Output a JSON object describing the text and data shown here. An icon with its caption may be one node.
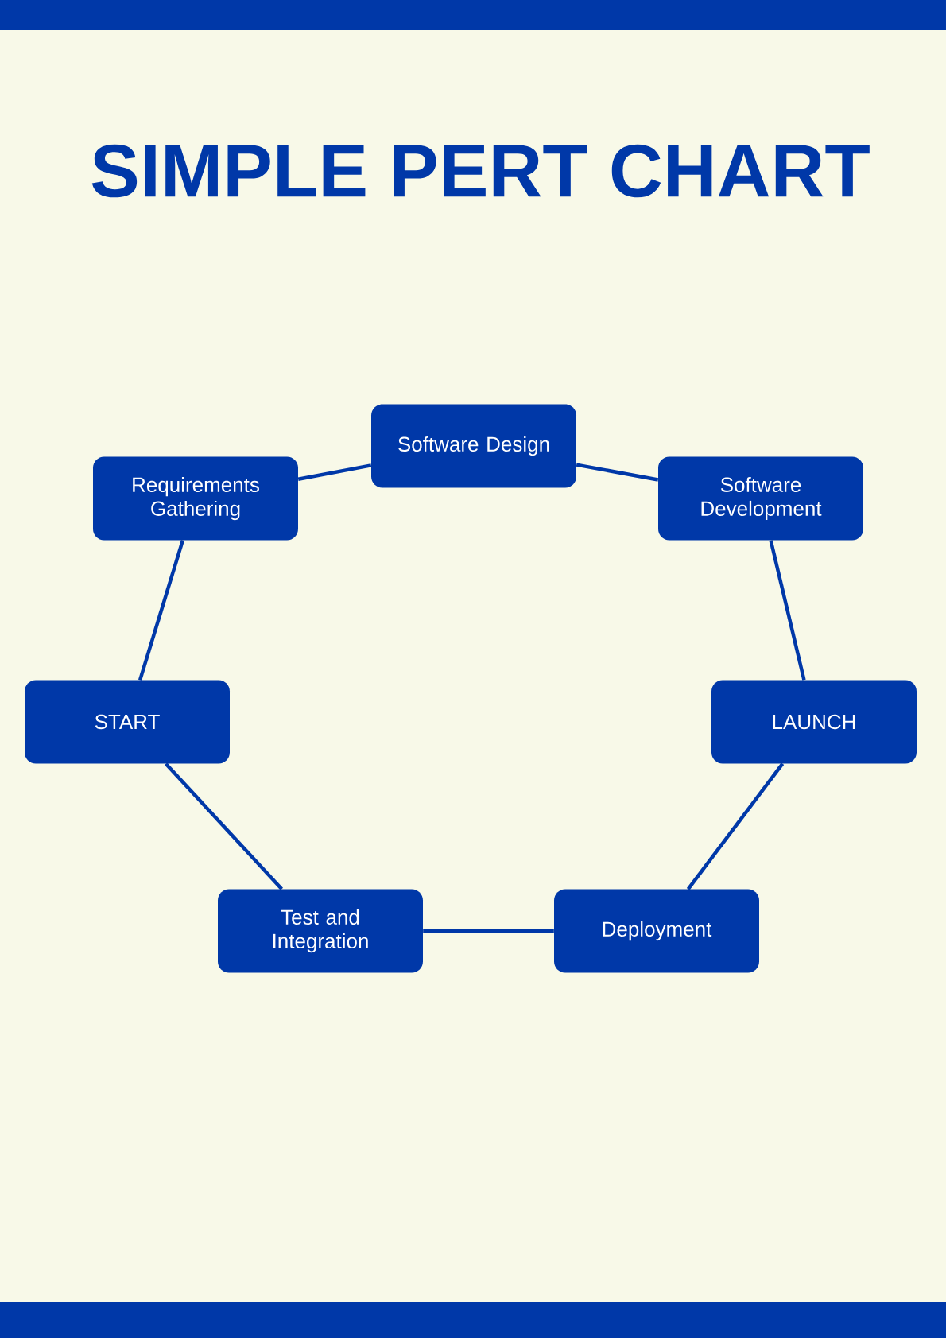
{
  "diagram": {
    "title": "SIMPLE PERT CHART",
    "nodes": [
      {
        "text": [
          "Software Design"
        ]
      },
      {
        "text": [
          "Requirements Gathering"
        ]
      },
      {
        "text": [
          "Software Development"
        ]
      },
      {
        "text": [
          "START"
        ]
      },
      {
        "text": [
          "LAUNCH"
        ]
      },
      {
        "text": [
          "Test and Integration"
        ]
      },
      {
        "text": [
          "Deployment"
        ]
      }
    ],
    "edges": [
      {
        "from": 3,
        "to": 1,
        "arrow": "none"
      },
      {
        "from": 1,
        "to": 0,
        "arrow": "none"
      },
      {
        "from": 0,
        "to": 2,
        "arrow": "none"
      },
      {
        "from": 2,
        "to": 4,
        "arrow": "none"
      },
      {
        "from": 4,
        "to": 6,
        "arrow": "none"
      },
      {
        "from": 6,
        "to": 5,
        "arrow": "none"
      },
      {
        "from": 5,
        "to": 3,
        "arrow": "none"
      }
    ]
  }
}
